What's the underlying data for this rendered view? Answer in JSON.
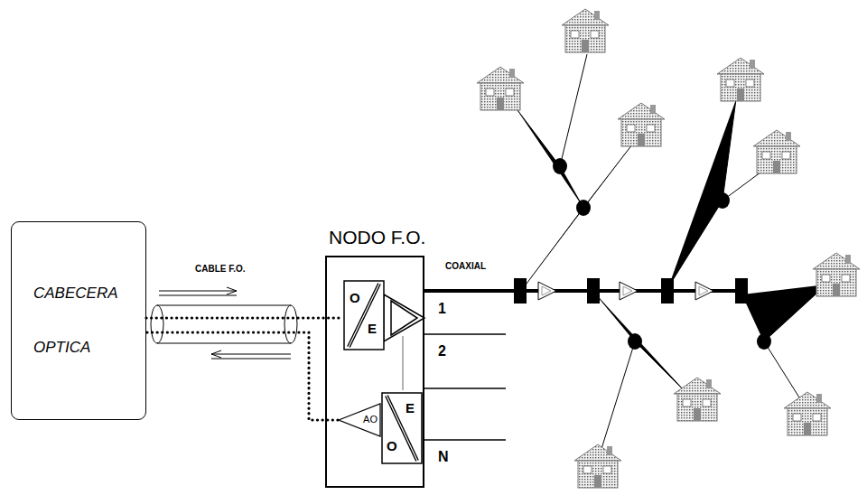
{
  "diagram": {
    "nodes": [
      {
        "text": [
          "CABECERA OPTICA"
        ]
      },
      {
        "text": [
          "NODO F.O."
        ]
      },
      {
        "text": [
          "O",
          "E"
        ],
        "in": 1
      },
      {
        "text": [
          "AO"
        ],
        "in": 1
      },
      {
        "text": [
          "E",
          "O"
        ],
        "in": 1
      }
    ],
    "edges": [
      {
        "from": 0,
        "to": 2,
        "arrow": "none"
      },
      {
        "from": 3,
        "to": 0,
        "arrow": "none"
      }
    ],
    "labels": [
      "CABLE F.O.",
      "COAXIAL",
      "1",
      "2",
      "N"
    ]
  }
}
